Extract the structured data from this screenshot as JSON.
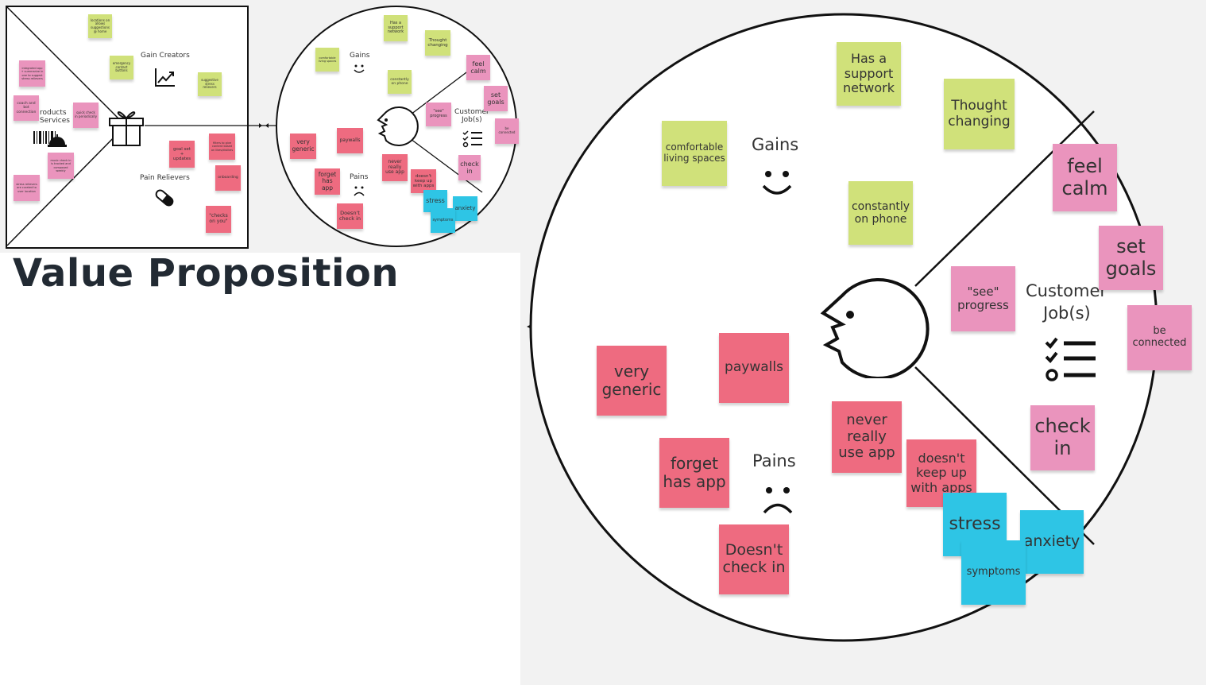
{
  "title": "Value Proposition",
  "colors": {
    "green": "#d0e17a",
    "pink": "#ea94bd",
    "red": "#ee6b80",
    "blue": "#2ec5e5",
    "canvas": "#f2f2f2"
  },
  "icons": [
    "gift-icon",
    "barcode-icon",
    "service-bell-icon",
    "trend-chart-icon",
    "pill-icon",
    "smile-icon",
    "frown-icon",
    "face-profile-icon",
    "checklist-icon"
  ],
  "main": {
    "labels": {
      "gains": "Gains",
      "pains": "Pains",
      "customer_jobs_1": "Customer",
      "customer_jobs_2": "Job(s)"
    },
    "gains_notes": [
      "Has a support network",
      "Thought changing",
      "comfortable living spaces",
      "constantly on phone"
    ],
    "jobs_notes": [
      "feel calm",
      "set goals",
      "\"see\" progress",
      "be connected",
      "check in"
    ],
    "pains_notes": [
      "very generic",
      "paywalls",
      "forget has app",
      "Doesn't check in",
      "never really use app",
      "doesn't keep up with apps"
    ],
    "emotion_notes": [
      "stress",
      "anxiety",
      "symptoms"
    ]
  },
  "thumb": {
    "labels": {
      "gain_creators": "Gain Creators",
      "products": "roducts",
      "services": "Services",
      "pain_relievers": "Pain Relievers",
      "gains": "Gains",
      "pains": "Pains",
      "customer_1": "Customer",
      "customer_2": "Job(s)"
    },
    "square_notes": [
      "locations on allows suggestions @ home",
      "emergency contact buttons",
      "integrated app + summarize in one to suggest stress relievers",
      "suggestive stress relievers",
      "coach and bot connection",
      "quick check in periodically",
      "music check in is tracked and composed weekly",
      "stress relievers are curated to user location",
      "goal set + updates",
      "filters to give content based on likes/dislikes",
      "onboarding",
      "\"checks on you\""
    ],
    "circle_notes": {
      "gains": [
        "Has a support network",
        "Thought changing",
        "comfortable living spaces",
        "constantly on phone"
      ],
      "jobs": [
        "feel calm",
        "set goals",
        "\"see\" progress",
        "be connected",
        "check in"
      ],
      "pains": [
        "very generic",
        "paywalls",
        "forget has app",
        "Doesn't check in",
        "never really use app",
        "doesn't keep up with apps"
      ],
      "emotions": [
        "stress",
        "anxiety",
        "symptoms"
      ]
    }
  }
}
